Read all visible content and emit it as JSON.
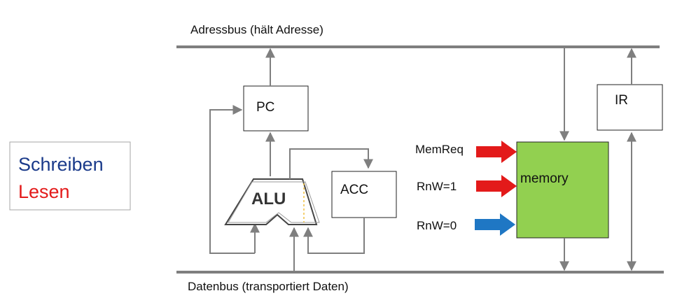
{
  "legend": {
    "write_label": "Schreiben",
    "read_label": "Lesen",
    "write_color": "#1a3a8a",
    "read_color": "#e31a1a"
  },
  "buses": {
    "address_label": "Adressbus (hält Adresse)",
    "data_label": "Datenbus (transportiert Daten)",
    "color": "#7f7f7f"
  },
  "blocks": {
    "pc": "PC",
    "ir": "IR",
    "alu": "ALU",
    "acc": "ACC",
    "memory": "memory",
    "memory_color": "#92d050"
  },
  "signals": {
    "memreq": {
      "label": "MemReq",
      "arrow_color": "#e31a1a"
    },
    "rnw1": {
      "label": "RnW=1",
      "arrow_color": "#e31a1a"
    },
    "rnw0": {
      "label": "RnW=0",
      "arrow_color": "#1f77c4"
    }
  }
}
